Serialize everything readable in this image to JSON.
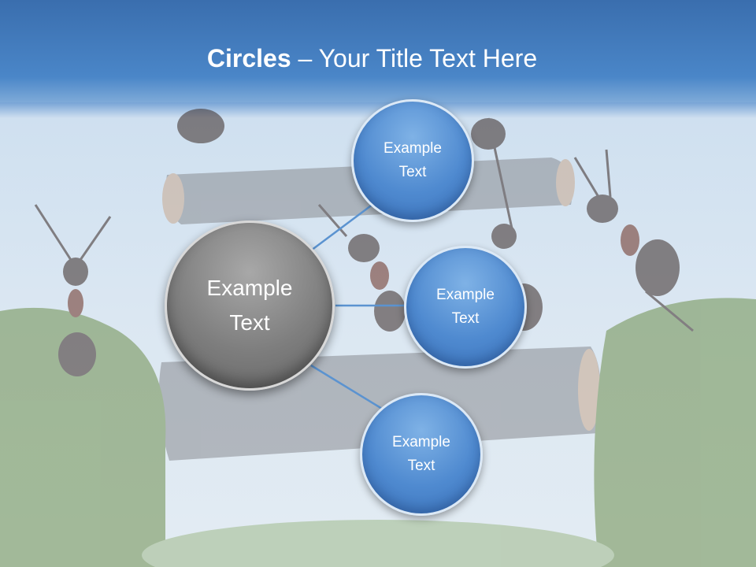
{
  "title": {
    "bold": "Circles",
    "separator": " – ",
    "rest": "Your Title Text Here"
  },
  "center": {
    "line1": "Example",
    "line2": "Text"
  },
  "nodes": [
    {
      "line1": "Example",
      "line2": "Text"
    },
    {
      "line1": "Example",
      "line2": "Text"
    },
    {
      "line1": "Example",
      "line2": "Text"
    }
  ],
  "colors": {
    "title_band": "#4a86c8",
    "node_fill": "#4f8ad0",
    "center_fill": "#7e7e7e",
    "connector": "#5b93d0"
  }
}
